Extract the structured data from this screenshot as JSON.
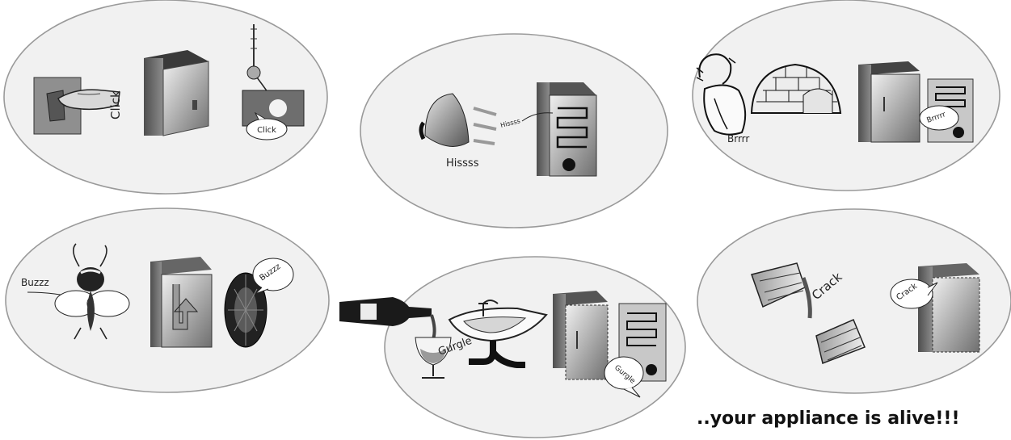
{
  "scenes": [
    {
      "id": "switch-click",
      "labels": [
        "Click",
        "Click"
      ]
    },
    {
      "id": "iron-hiss",
      "labels": [
        "Hissss",
        "Hissss"
      ]
    },
    {
      "id": "cold-brrr",
      "labels": [
        "Brrrr",
        "Brrrrr"
      ]
    },
    {
      "id": "bee-buzz",
      "labels": [
        "Buzzz",
        "Buzzz"
      ]
    },
    {
      "id": "sink-gurgle",
      "labels": [
        "Gurgle",
        "Gurgle"
      ]
    },
    {
      "id": "ice-crack",
      "labels": [
        "Crack",
        "Crack"
      ]
    }
  ],
  "tagline": "..your appliance is alive!!!",
  "colors": {
    "ellipse_fill": "#f1f1f1",
    "ellipse_stroke": "#9a9a9a",
    "appliance_light": "#dcdcdc",
    "appliance_dark": "#7a7a7a",
    "ink": "#111111"
  }
}
